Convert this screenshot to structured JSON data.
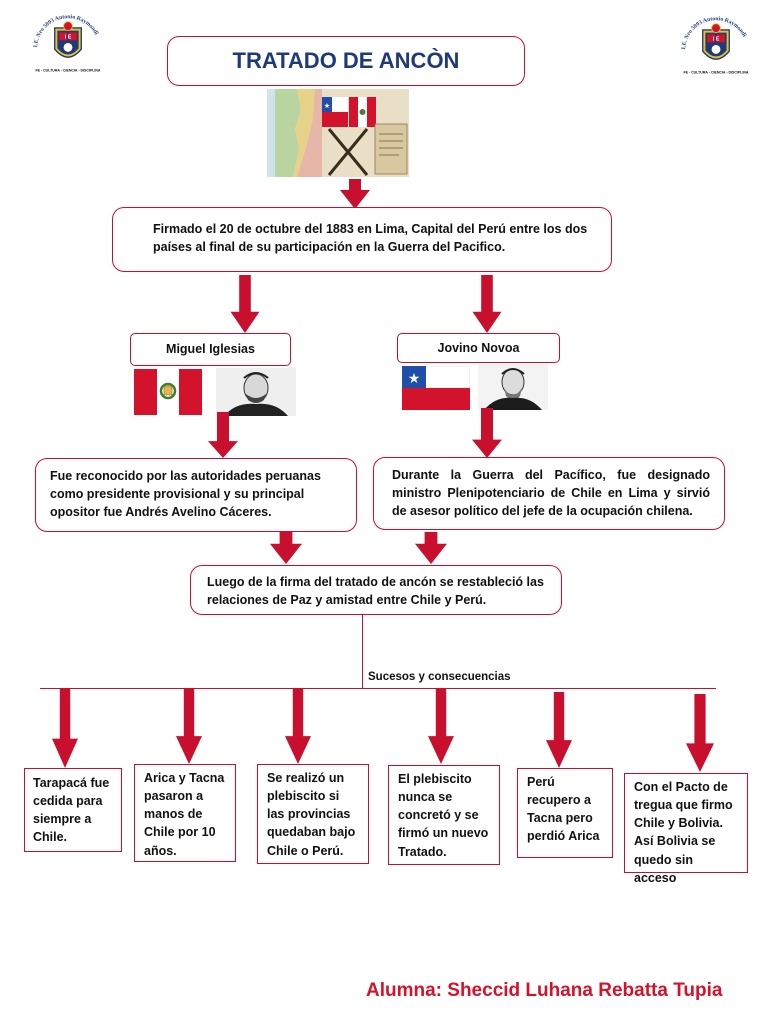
{
  "school_logo": {
    "arc_text": "I.E. Nro 5093 Antonio Raymondi",
    "initials": "I E",
    "motto": "FE - CULTURA - CIENCIA - DISCIPLINA"
  },
  "title": "TRATADO DE ANCÒN",
  "intro": "Firmado el 20 de octubre del 1883 en Lima, Capital del Perú entre los dos países al final de su participación en la Guerra del Pacifico.",
  "left_person": {
    "name": "Miguel Iglesias",
    "description": "Fue reconocido por las autoridades peruanas como presidente provisional y su principal opositor fue Andrés Avelino Cáceres."
  },
  "right_person": {
    "name": "Jovino Novoa",
    "description": "Durante la Guerra del Pacífico, fue designado ministro Plenipotenciario de Chile en Lima y sirvió de asesor político del jefe de la ocupación chilena."
  },
  "result": "Luego de la firma del tratado de ancón se restableció las relaciones de Paz y amistad entre Chile y Perú.",
  "consequences_label": "Sucesos y consecuencias",
  "consequences": [
    "Tarapacá fue cedida para siempre a Chile.",
    "Arica y Tacna pasaron a manos de Chile por 10 años.",
    "Se realizó un plebiscito si las provincias quedaban bajo Chile o Perú.",
    "El plebiscito nunca se concretó y se firmó un nuevo Tratado.",
    "Perú recupero a Tacna pero perdió Arica",
    "Con el Pacto de tregua que firmo Chile y Bolivia. Así Bolivia se quedo sin acceso"
  ],
  "author": "Alumna: Sheccid Luhana Rebatta Tupia",
  "colors": {
    "accent": "#c8102e",
    "title": "#1f3a7a",
    "author": "#d3132b"
  }
}
